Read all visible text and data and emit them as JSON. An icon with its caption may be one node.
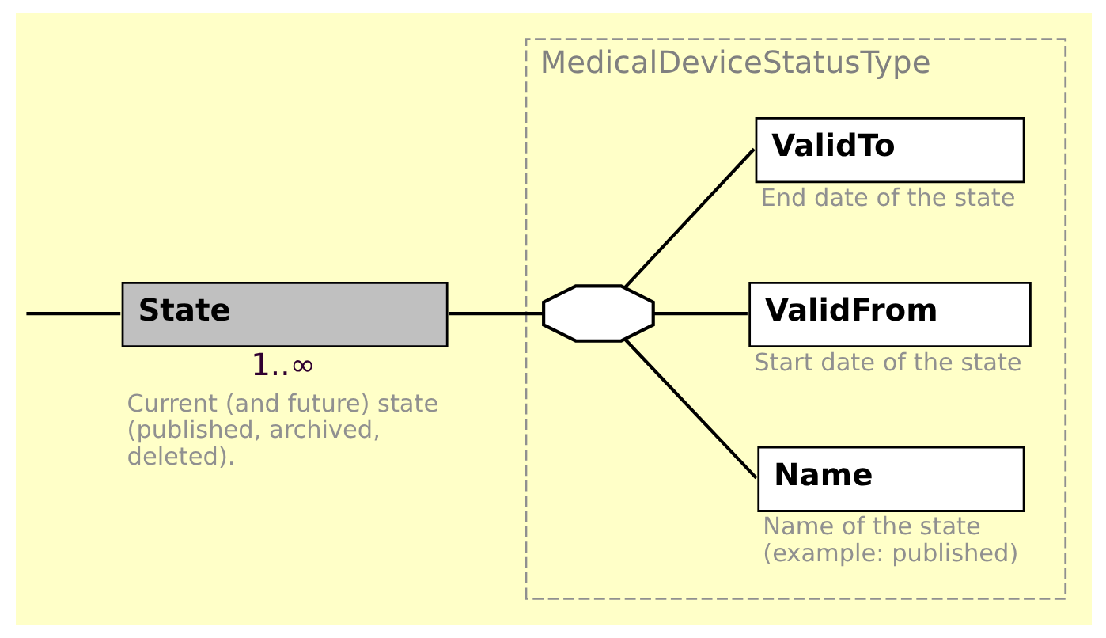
{
  "diagram": {
    "nodes": [
      {
        "text": [
          "State"
        ],
        "beside": [
          "1..∞",
          "Current (and future) state (published, archived, deleted)."
        ]
      },
      {
        "text": [
          "MedicalDeviceStatusType"
        ]
      },
      {
        "text": [],
        "shape": "octagon",
        "in": 1
      },
      {
        "text": [
          "Name"
        ],
        "in": 1,
        "beside": [
          "Name of the state (example: published)"
        ]
      },
      {
        "text": [
          "ValidFrom"
        ],
        "in": 1,
        "beside": [
          "Start date of the state"
        ]
      },
      {
        "text": [
          "ValidTo"
        ],
        "in": 1,
        "beside": [
          "End date of the state"
        ]
      }
    ],
    "edges": [
      {
        "from": null,
        "to": 0,
        "arrow": "none"
      },
      {
        "from": 0,
        "to": 2,
        "arrow": "none"
      },
      {
        "from": 2,
        "to": 3,
        "arrow": "none"
      },
      {
        "from": 2,
        "to": 4,
        "arrow": "none"
      },
      {
        "from": 2,
        "to": 5,
        "arrow": "none"
      }
    ]
  }
}
